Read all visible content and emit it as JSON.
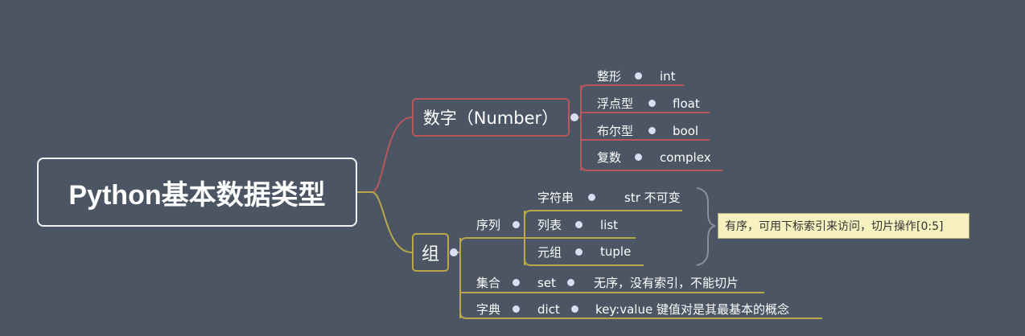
{
  "root": {
    "label": "Python基本数据类型"
  },
  "number": {
    "label": "数字（Number）",
    "items": [
      {
        "label": "整形",
        "value": "int"
      },
      {
        "label": "浮点型",
        "value": "float"
      },
      {
        "label": "布尔型",
        "value": "bool"
      },
      {
        "label": "复数",
        "value": "complex"
      }
    ]
  },
  "group": {
    "label": "组",
    "sequence": {
      "label": "序列",
      "items": [
        {
          "label": "字符串",
          "value": "str 不可变"
        },
        {
          "label": "列表",
          "value": "list"
        },
        {
          "label": "元组",
          "value": "tuple"
        }
      ],
      "note": "有序，可用下标索引来访问，切片操作[0:5]"
    },
    "set": {
      "label": "集合",
      "value": "set",
      "desc": "无序，没有索引，不能切片"
    },
    "dict": {
      "label": "字典",
      "value": "dict",
      "desc": "key:value 键值对是其最基本的概念"
    }
  },
  "colors": {
    "background": "#4b5563",
    "number_branch": "#b8565a",
    "group_branch": "#b8a84a",
    "node_dot": "#d6e0f0",
    "note_fill": "#f7f1bf"
  }
}
